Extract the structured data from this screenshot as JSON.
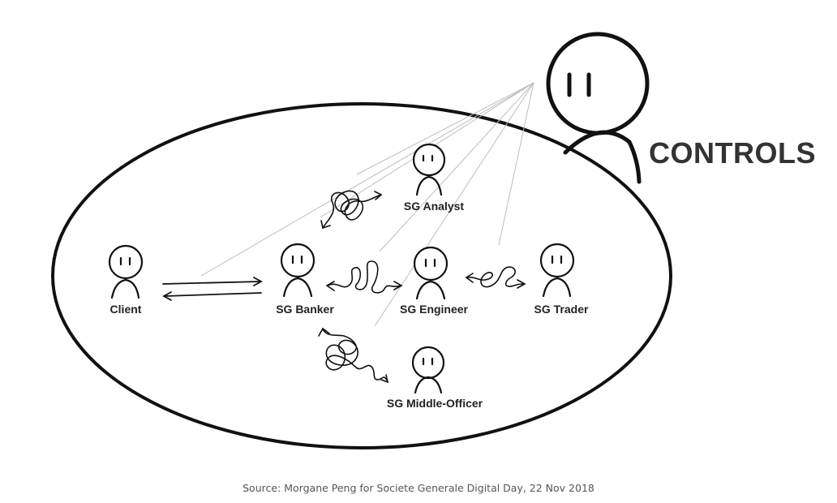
{
  "labels": {
    "analyst": "SG Analyst",
    "client": "Client",
    "banker": "SG Banker",
    "engineer": "SG Engineer",
    "trader": "SG Trader",
    "middle_officer": "SG Middle-Officer",
    "controls": "CONTROLS"
  },
  "source": "Source: Morgane Peng for Societe Generale Digital Day, 22 Nov 2018",
  "colors": {
    "ink": "#111111",
    "label": "#222222",
    "sightline": "#bbbbbb",
    "caption": "#555555"
  }
}
